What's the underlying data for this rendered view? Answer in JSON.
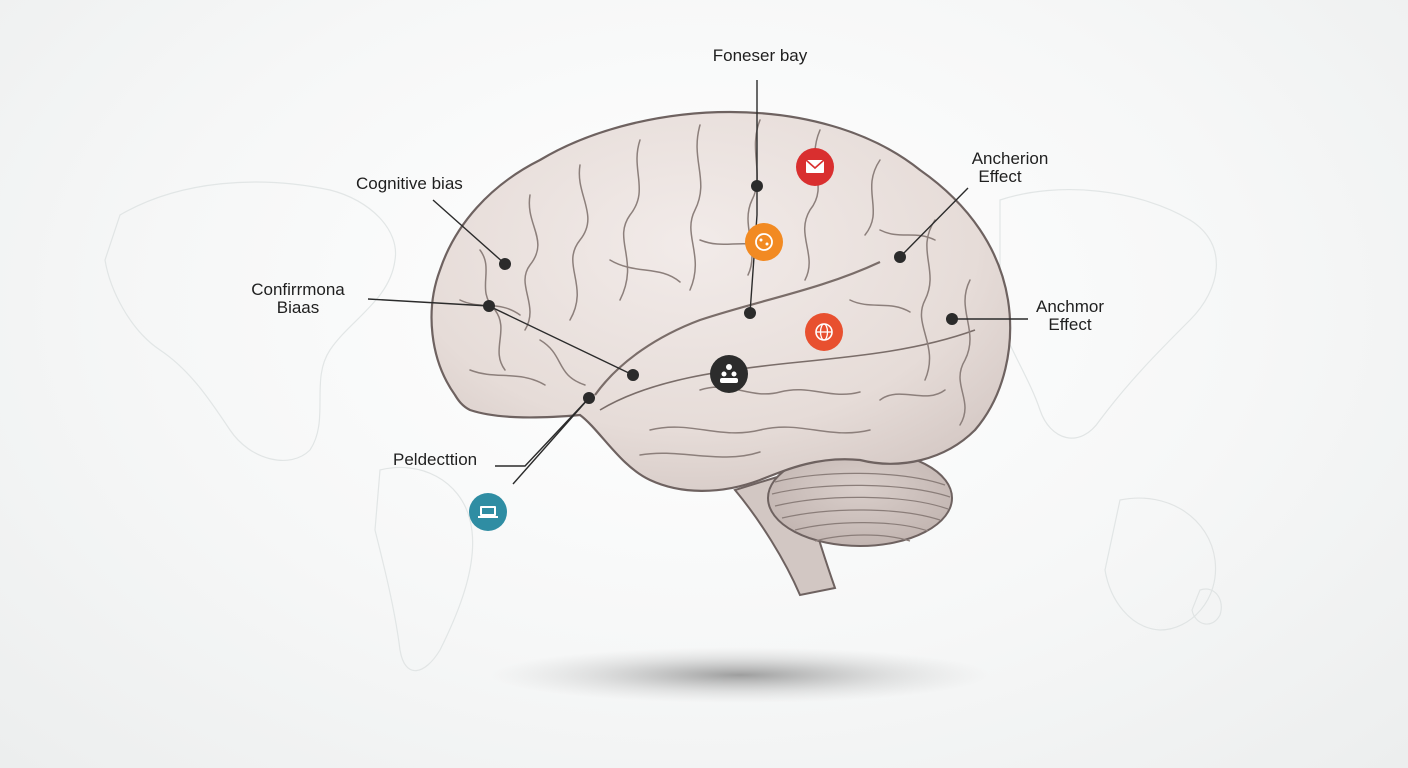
{
  "labels": {
    "foneser": "Foneser bay",
    "cognitive": "Cognitive bias",
    "confirm_line1": "Confirrmona",
    "confirm_line2": "Biaas",
    "anchorion_line1": "Ancherion",
    "anchorion_line2": "Effect",
    "anchor_line1": "Anchmor",
    "anchor_line2": "Effect",
    "prediction": "Peldecttion"
  },
  "colors": {
    "brain_fill": "#e8dedb",
    "brain_stroke": "#6e6260",
    "leader": "#2b2b2b",
    "icon_red": "#d92f2f",
    "icon_orange": "#f28a22",
    "icon_orange_red": "#e8502f",
    "icon_dark": "#2c2c2c",
    "icon_teal": "#2f8da3"
  },
  "icons": [
    "envelope-icon",
    "cookie-icon",
    "globe-icon",
    "people-icon",
    "laptop-icon"
  ]
}
